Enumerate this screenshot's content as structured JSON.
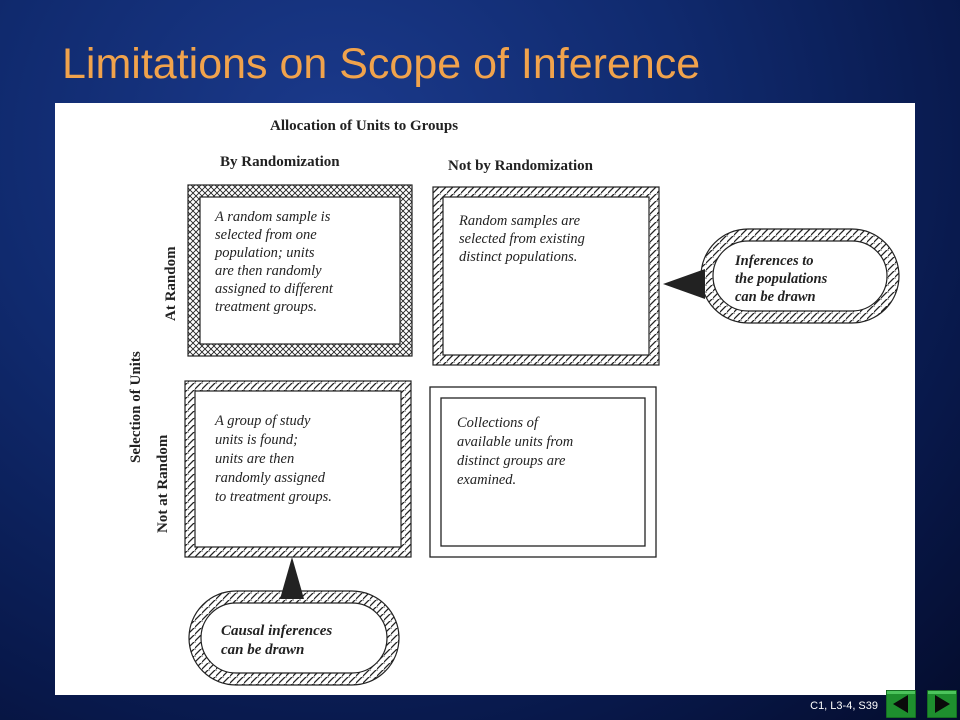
{
  "slide": {
    "title": "Limitations on Scope of Inference",
    "slide_id": "C1, L3-4,  S39"
  },
  "figure": {
    "top_heading": "Allocation of Units to Groups",
    "col_by_randomization": "By Randomization",
    "col_not_by_randomization": "Not by Randomization",
    "side_heading": "Selection of Units",
    "row_at_random": "At Random",
    "row_not_at_random": "Not at Random",
    "cell_random_random": [
      "A random sample is",
      "selected from one",
      "population; units",
      "are then randomly",
      "assigned to different",
      "treatment groups."
    ],
    "cell_random_notrandom": [
      "Random samples are",
      "selected from existing",
      "distinct populations."
    ],
    "cell_notrandom_random": [
      "A group of study",
      "units is found;",
      "units are then",
      "randomly assigned",
      "to treatment groups."
    ],
    "cell_notrandom_notrandom": [
      "Collections of",
      "available units from",
      "distinct groups are",
      "examined."
    ],
    "callout_populations": [
      "Inferences to",
      "the populations",
      "can be drawn"
    ],
    "callout_causal": [
      "Causal inferences",
      "can be drawn"
    ]
  },
  "colors": {
    "title": "#f1a34c",
    "nav_button": "#1e8f2e"
  }
}
